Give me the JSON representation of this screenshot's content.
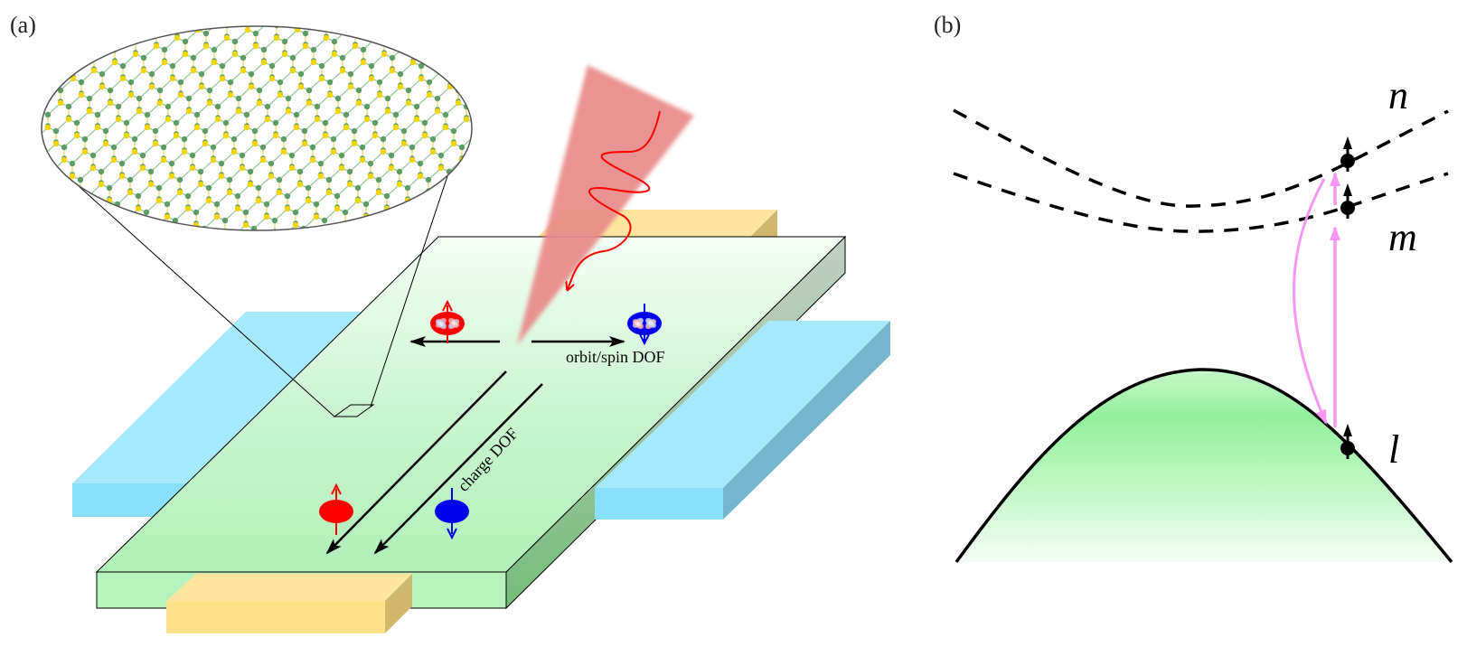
{
  "panel_a": {
    "label": "(a)",
    "orbit_spin_label": "orbit/spin DOF",
    "charge_label": "charge DOF",
    "inset": "honeycomb-lattice-inset",
    "colors": {
      "channel": "#b5f2bd",
      "channel_top": "#f4fdf5",
      "blue_electrode": "#a6e8fc",
      "blue_electrode_front": "#8adffb",
      "blue_electrode_side": "#75b6cd",
      "gold_electrode": "#fde59f",
      "gold_electrode_front": "#fde08c",
      "gold_electrode_side": "#cfb76d",
      "laser_beam": "#e88a8a",
      "spin_up": "#ff0000",
      "spin_down": "#0000ee",
      "atom_yellow": "#f2d600",
      "atom_green": "#5f9a67"
    }
  },
  "panel_b": {
    "label": "(b)",
    "bands": [
      {
        "name": "n",
        "style": "dashed"
      },
      {
        "name": "m",
        "style": "dashed"
      },
      {
        "name": "l",
        "style": "solid-filled"
      }
    ],
    "colors": {
      "transition_arrow": "#f797f3",
      "valence_fill": "#93f09b"
    }
  }
}
